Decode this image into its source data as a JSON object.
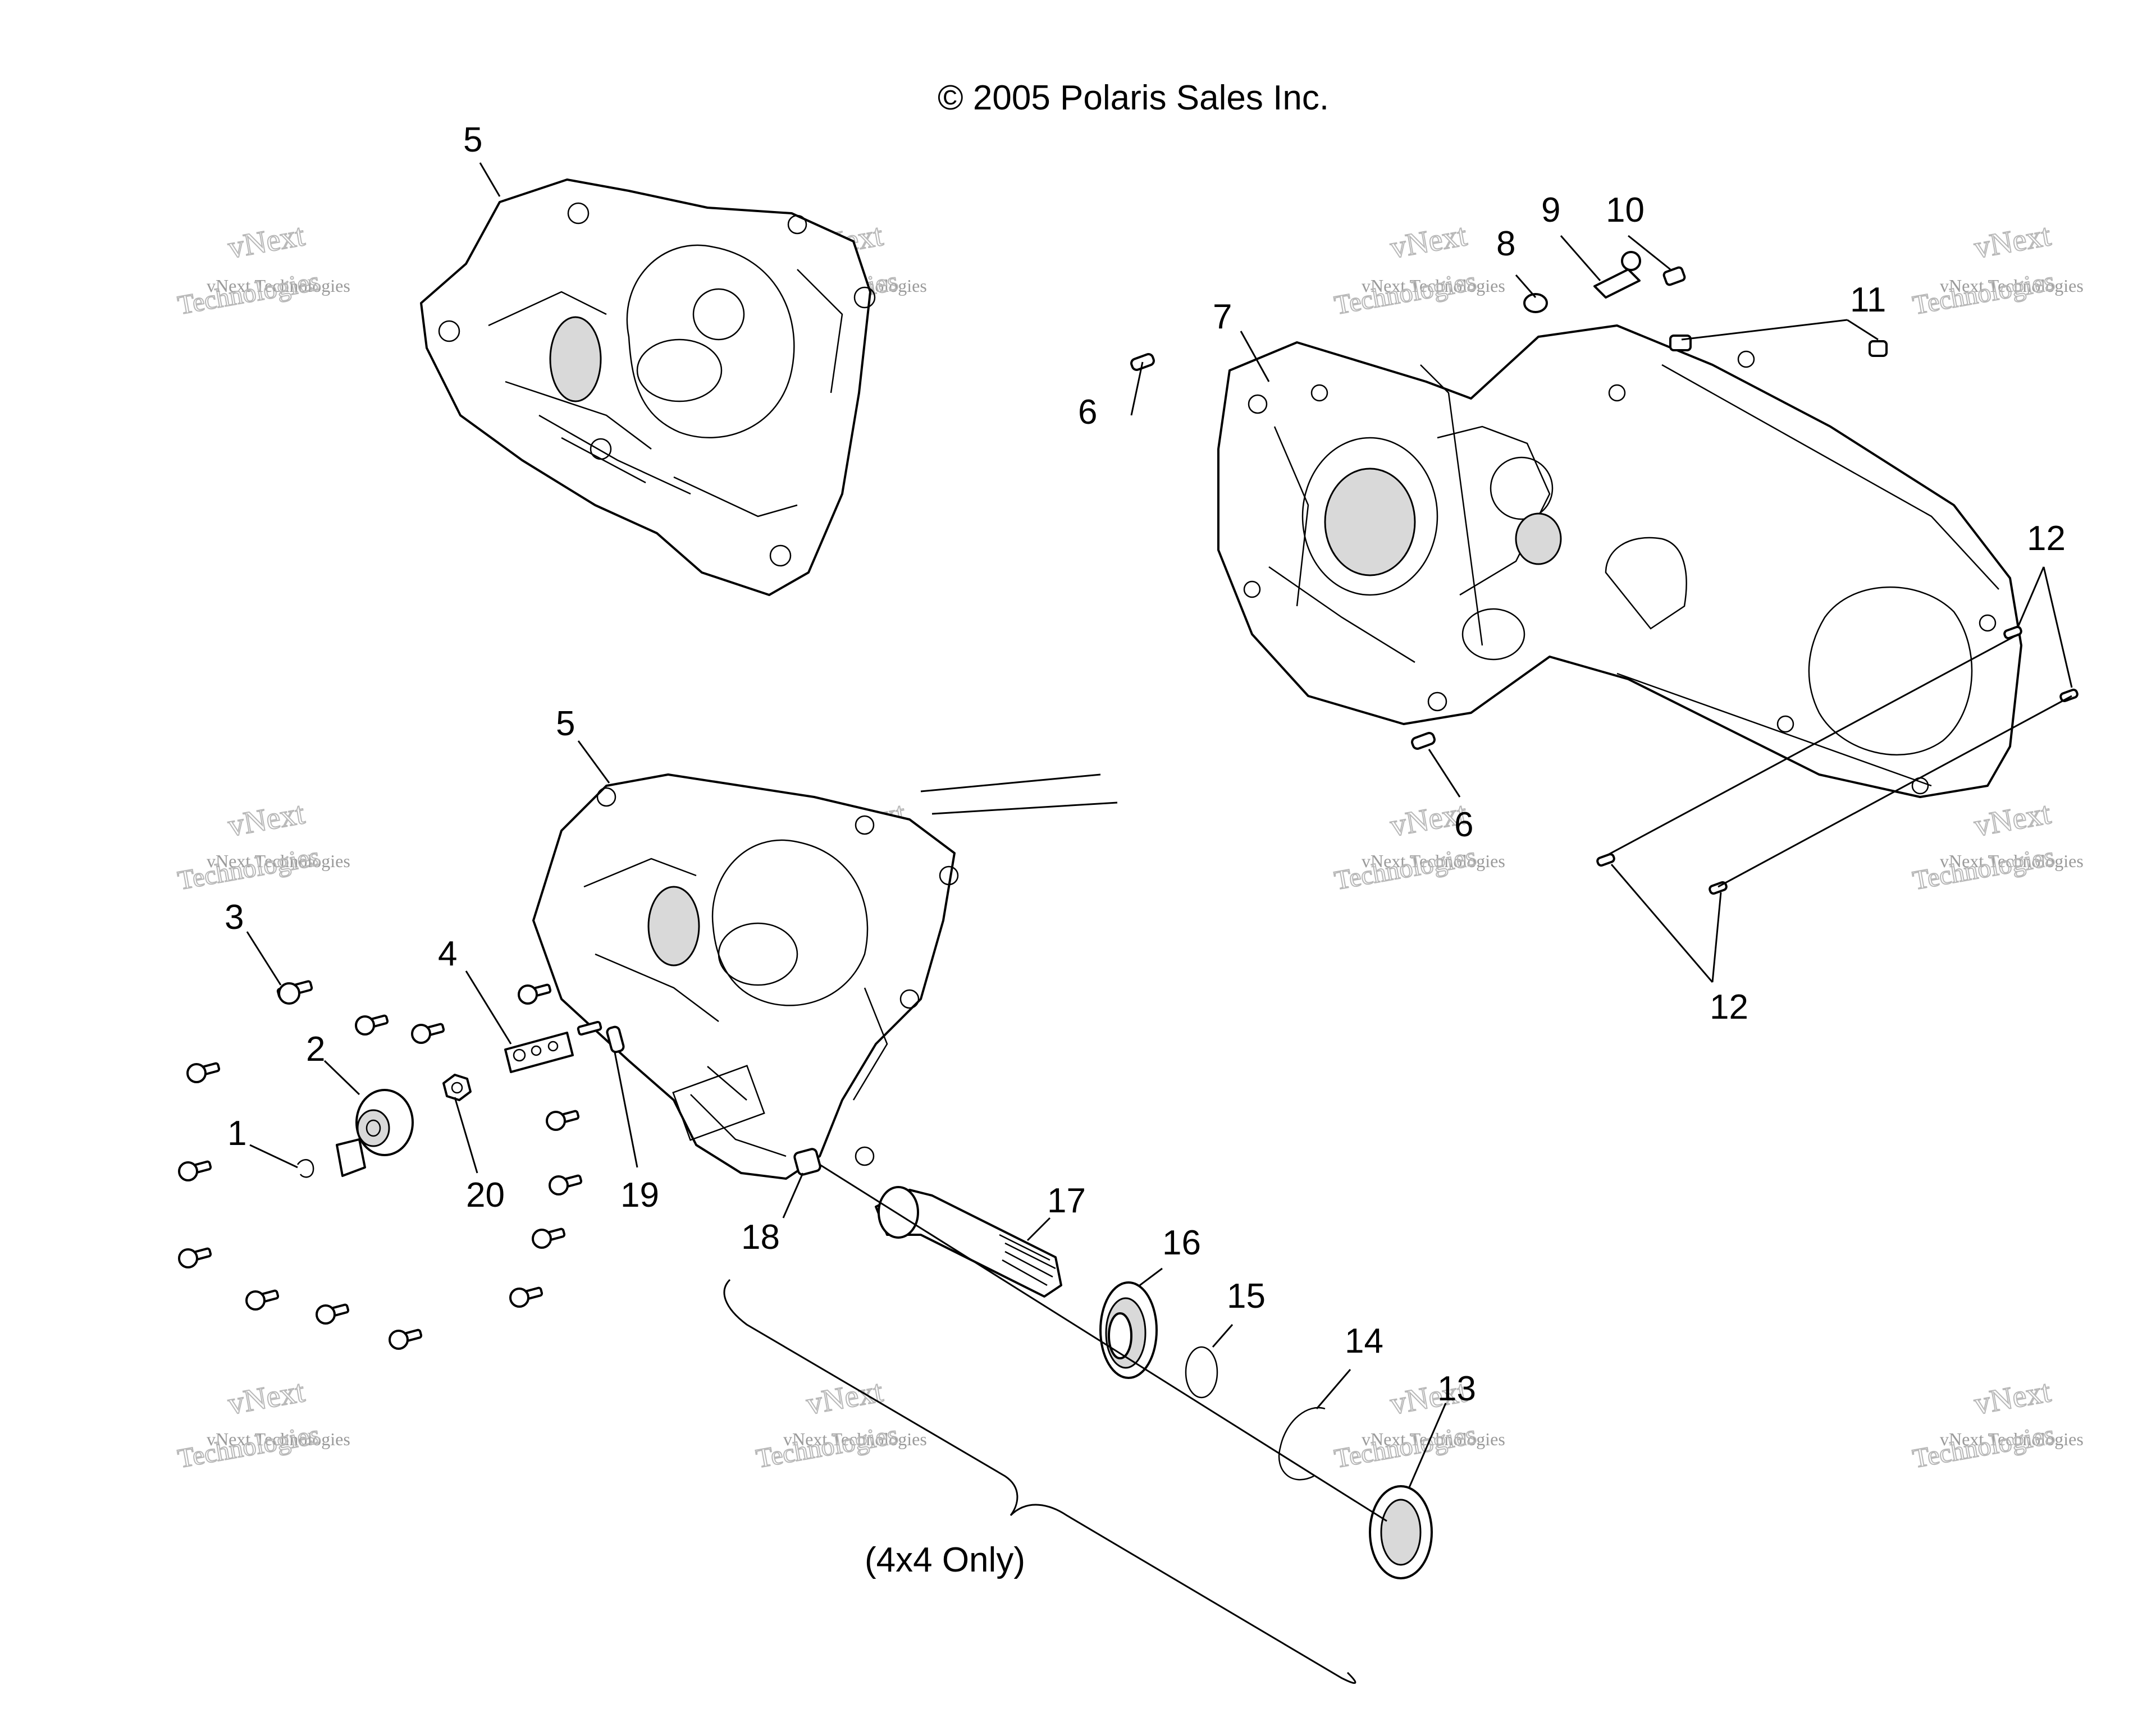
{
  "copyright": "© 2005 Polaris Sales Inc.",
  "watermark": {
    "line1": "vNext Technologies",
    "line2": "vNext",
    "line3": "Technologies"
  },
  "note_4x4": "(4x4 Only)",
  "callouts": [
    "1",
    "2",
    "3",
    "4",
    "5",
    "5",
    "6",
    "6",
    "7",
    "8",
    "9",
    "10",
    "11",
    "12",
    "12",
    "13",
    "14",
    "15",
    "16",
    "17",
    "18",
    "19",
    "20"
  ]
}
